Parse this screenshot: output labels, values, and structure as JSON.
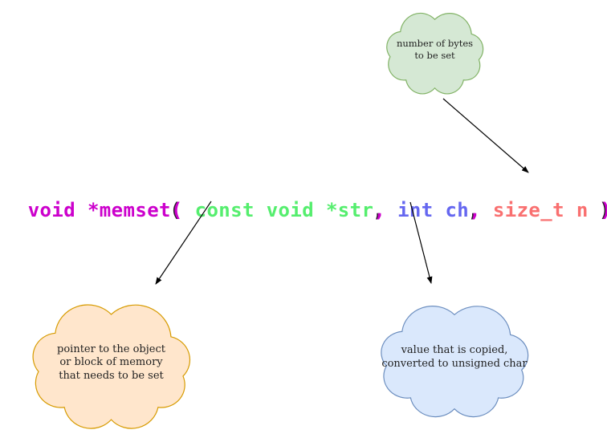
{
  "code": {
    "segments": [
      {
        "text": "void *memset",
        "color": "#cc00cc"
      },
      {
        "text": "( ",
        "color": "#cc00cc"
      },
      {
        "text": "const void *str",
        "color": "#55ee6e"
      },
      {
        "text": ", ",
        "color": "#cc00cc"
      },
      {
        "text": "int ch",
        "color": "#6567f0"
      },
      {
        "text": ", ",
        "color": "#cc00cc"
      },
      {
        "text": "size_t n",
        "color": "#f97070"
      },
      {
        "text": " );",
        "color": "#cc00cc"
      }
    ]
  },
  "clouds": [
    {
      "label": "number-of-bytes",
      "lines": [
        "number of bytes",
        "to be set"
      ],
      "fill": "#d5e8d4",
      "stroke": "#82b366"
    },
    {
      "label": "pointer-to-object",
      "lines": [
        "pointer to the object",
        "or block of memory",
        "that needs to be set"
      ],
      "fill": "#ffe6cc",
      "stroke": "#d79b00"
    },
    {
      "label": "value-copied",
      "lines": [
        "value that is copied,",
        "converted to unsigned char"
      ],
      "fill": "#dae8fc",
      "stroke": "#6c8ebf"
    }
  ],
  "arrow_color": "#000000"
}
